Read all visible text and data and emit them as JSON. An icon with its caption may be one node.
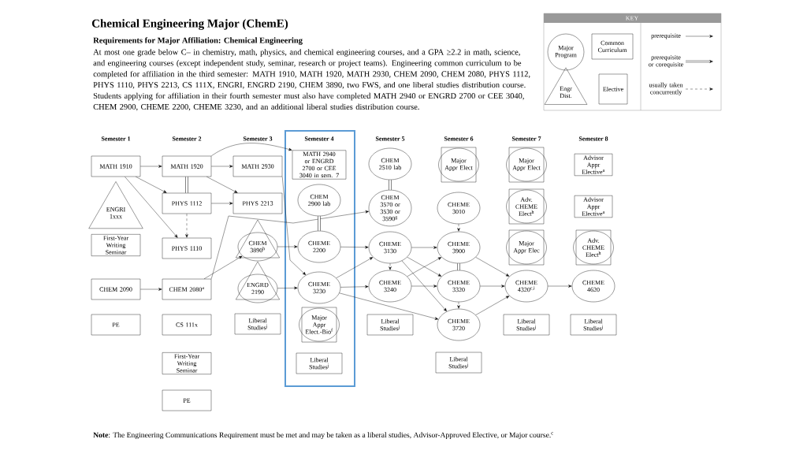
{
  "diagram": {
    "title": "Chemical Engineering Major (ChemE)",
    "nodes": [
      {
        "text": [
          "MATH 1910"
        ]
      },
      {
        "text": [
          "ENGRI 1xxx"
        ]
      },
      {
        "text": [
          "First-Year Writing Seminar"
        ]
      },
      {
        "text": [
          "CHEM 2090"
        ]
      },
      {
        "text": [
          "PE"
        ]
      },
      {
        "text": [
          "MATH 1920"
        ]
      },
      {
        "text": [
          "PHYS 1112"
        ]
      },
      {
        "text": [
          "PHYS 1110"
        ]
      },
      {
        "text": [
          "CHEM 2080$^{a}$"
        ]
      },
      {
        "text": [
          "CS 111x"
        ]
      },
      {
        "text": [
          "First-Year Writing Seminar"
        ]
      },
      {
        "text": [
          "PE"
        ]
      },
      {
        "text": [
          "MATH 2930"
        ]
      },
      {
        "text": [
          "PHYS 2213"
        ]
      },
      {
        "text": [
          "CHEM 3890$^{b}$"
        ]
      },
      {
        "text": [
          "ENGRD 2190"
        ]
      },
      {
        "text": [
          "Liberal Studies$^{j}$"
        ]
      },
      {
        "text": [
          "MATH 2940 or ENGRD 2700 or CEE 3040 in sem. 7"
        ]
      },
      {
        "text": [
          "CHEM 2900 lab"
        ]
      },
      {
        "text": [
          "CHEME 2200"
        ]
      },
      {
        "text": [
          "CHEME 3230"
        ]
      },
      {
        "text": [
          "Major Appr Elect.-Bio$^{f}$"
        ]
      },
      {
        "text": [
          "Liberal Studies$^{j}$"
        ]
      },
      {
        "text": [
          "CHEM 2510 lab"
        ]
      },
      {
        "text": [
          "CHEM 3570 or 3530 or 3590$^{g}$"
        ]
      },
      {
        "text": [
          "CHEME 3130"
        ]
      },
      {
        "text": [
          "CHEME 3240"
        ]
      },
      {
        "text": [
          "Liberal Studies$^{j}$"
        ]
      },
      {
        "text": [
          "Major Appr Elect"
        ]
      },
      {
        "text": [
          "CHEME 3010"
        ]
      },
      {
        "text": [
          "CHEME 3900"
        ]
      },
      {
        "text": [
          "CHEME 3320"
        ]
      },
      {
        "text": [
          "CHEME 3720"
        ]
      },
      {
        "text": [
          "Liberal Studies$^{j}$"
        ]
      },
      {
        "text": [
          "Major Appr Elect"
        ]
      },
      {
        "text": [
          "Adv. CHEME Elect$^{h}$"
        ]
      },
      {
        "text": [
          "Major Appr Elec"
        ]
      },
      {
        "text": [
          "CHEME 4320$^{c,i}$"
        ]
      },
      {
        "text": [
          "Liberal Studies$^{j}$"
        ]
      },
      {
        "text": [
          "Advisor Appr Elective$^{a}$"
        ]
      },
      {
        "text": [
          "Advisor Appr Elective$^{a}$"
        ]
      },
      {
        "text": [
          "Adv. CHEME Elect$^{h}$"
        ]
      },
      {
        "text": [
          "CHEME 4620"
        ]
      },
      {
        "text": [
          "Liberal Studies$^{j}$"
        ]
      }
    ],
    "edges": [
      {
        "from": 0,
        "to": 5,
        "arrow": "to"
      },
      {
        "from": 0,
        "to": 6,
        "arrow": "to"
      },
      {
        "from": 0,
        "to": 7,
        "arrow": "to"
      },
      {
        "from": 5,
        "to": 12,
        "arrow": "to"
      },
      {
        "from": 5,
        "to": 13,
        "arrow": "to"
      },
      {
        "from": 5,
        "to": 17,
        "arrow": "to"
      },
      {
        "from": 5,
        "to": 6,
        "arrow": "none",
        "style": "thick"
      },
      {
        "from": 6,
        "to": 13,
        "arrow": "to"
      },
      {
        "from": 6,
        "to": 7,
        "arrow": "to",
        "style": "dashed"
      },
      {
        "from": 3,
        "to": 8,
        "arrow": "to"
      },
      {
        "from": 8,
        "to": 14,
        "arrow": "to"
      },
      {
        "from": 8,
        "to": 24,
        "arrow": "to"
      },
      {
        "from": 12,
        "to": 20,
        "arrow": "to"
      },
      {
        "from": 14,
        "to": 19,
        "arrow": "to"
      },
      {
        "from": 15,
        "to": 20,
        "arrow": "to"
      },
      {
        "from": 18,
        "to": 19,
        "arrow": "none",
        "style": "thick"
      },
      {
        "from": 19,
        "to": 25,
        "arrow": "to"
      },
      {
        "from": 20,
        "to": 25,
        "arrow": "to"
      },
      {
        "from": 20,
        "to": 26,
        "arrow": "to"
      },
      {
        "from": 20,
        "to": 32,
        "arrow": "to"
      },
      {
        "from": 23,
        "to": 24,
        "arrow": "none",
        "style": "thick"
      },
      {
        "from": 25,
        "to": 26,
        "arrow": "to",
        "style": "dashed"
      },
      {
        "from": 25,
        "to": 30,
        "arrow": "to"
      },
      {
        "from": 25,
        "to": 31,
        "arrow": "to"
      },
      {
        "from": 25,
        "to": 32,
        "arrow": "to"
      },
      {
        "from": 26,
        "to": 30,
        "arrow": "to"
      },
      {
        "from": 26,
        "to": 31,
        "arrow": "to"
      },
      {
        "from": 29,
        "to": 30,
        "arrow": "to",
        "style": "dashed"
      },
      {
        "from": 30,
        "to": 31,
        "arrow": "none",
        "style": "thick"
      },
      {
        "from": 31,
        "to": 32,
        "arrow": "to",
        "style": "dashed"
      },
      {
        "from": 30,
        "to": 37,
        "arrow": "to"
      },
      {
        "from": 31,
        "to": 37,
        "arrow": "to"
      },
      {
        "from": 32,
        "to": 37,
        "arrow": "to"
      },
      {
        "from": 37,
        "to": 42,
        "arrow": "to"
      }
    ],
    "labels": [
      "Requirements for Major Affiliation: Chemical Engineering",
      "At most one grade below C– in chemistry, math, physics, and chemical engineering courses, and a GPA ≥2.2 in math, science, and engineering courses (except independent study, seminar, research or project teams). Engineering common curriculum to be completed for affiliation in the third semester: MATH 1910, MATH 1920, MATH 2930, CHEM 2090, CHEM 2080, PHYS 1112, PHYS 1110, PHYS 2213, CS 111X, ENGRI, ENGRD 2190, CHEM 3890, two FWS, and one liberal studies distribution course. Students applying for affiliation in their fourth semester must also have completed MATH 2940 or ENGRD 2700 or CEE 3040, CHEM 2900, CHEME 2200, CHEME 3230, and an additional liberal studies distribution course.",
      "KEY",
      "Semester 1",
      "Semester 2",
      "Semester 3",
      "Semester 4",
      "Semester 5",
      "Semester 6",
      "Semester 7",
      "Semester 8",
      "**Note**: The Engineering Communications Requirement must be met and may be taken as a liberal studies, Advisor-Approved Elective, or Major course.$^{c}$"
    ],
    "legend": [
      {
        "text": "Major Program"
      },
      {
        "text": "Common Curriculum"
      },
      {
        "text": "Engr Dist."
      },
      {
        "text": "Elective"
      },
      {
        "text": "prerequisite"
      },
      {
        "text": "prerequisite or corequisite"
      },
      {
        "text": "usually taken concurrently"
      }
    ]
  }
}
